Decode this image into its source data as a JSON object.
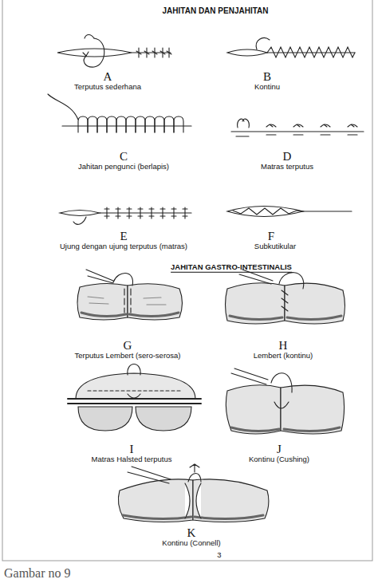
{
  "diagram": {
    "title": "JAHITAN DAN PENJAHITAN",
    "caption": "Gambar no 9",
    "labels": [
      "A",
      "Terputus sederhana",
      "B",
      "Kontinu",
      "C",
      "Jahitan pengunci (berlapis)",
      "D",
      "Matras terputus",
      "E",
      "Ujung dengan ujung terputus (matras)",
      "F",
      "Subkutikular",
      "JAHITAN GASTRO-INTESTINALIS",
      "G",
      "Terputus Lembert (sero-serosa)",
      "H",
      "Lembert (kontinu)",
      "I",
      "Matras Halsted terputus",
      "J",
      "Kontinu (Cushing)",
      "K",
      "Kontinu (Connell)",
      "3"
    ]
  }
}
